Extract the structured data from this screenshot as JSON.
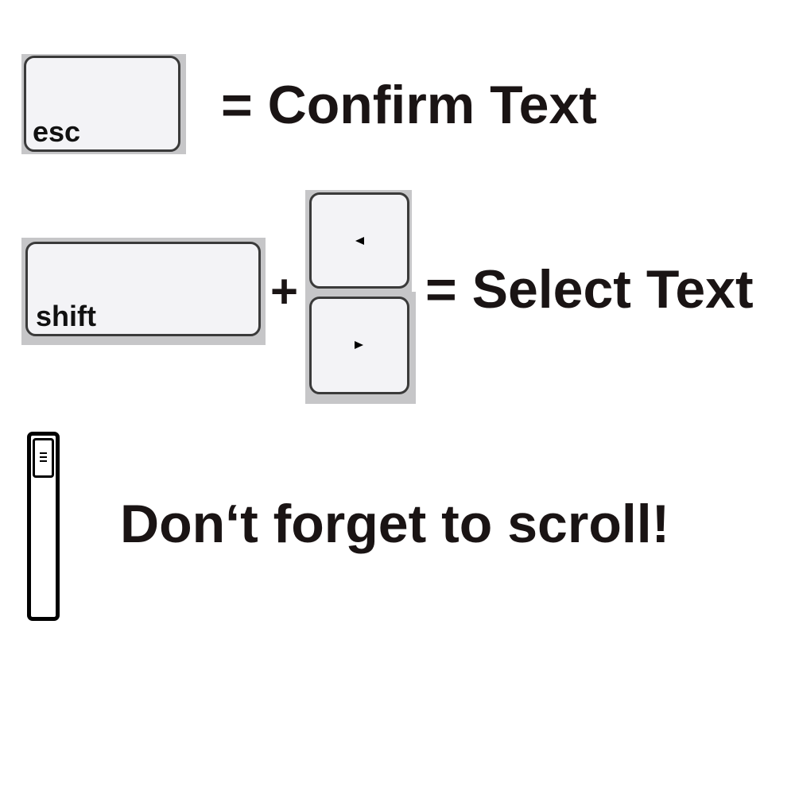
{
  "esc_row": {
    "key_label": "esc",
    "description": "= Confirm Text"
  },
  "shift_row": {
    "key_label": "shift",
    "plus_sign": "+",
    "description": "= Select Text",
    "arrow_up_icon": "left-arrow-icon",
    "arrow_down_icon": "right-arrow-icon"
  },
  "scroll_row": {
    "icon": "scrollbar-icon",
    "description": "Don‘t forget to scroll!"
  },
  "colors": {
    "text": "#1a1414",
    "key_face": "#f3f3f6",
    "key_border": "#3a3a3a",
    "key_backdrop": "#c6c6c8"
  }
}
